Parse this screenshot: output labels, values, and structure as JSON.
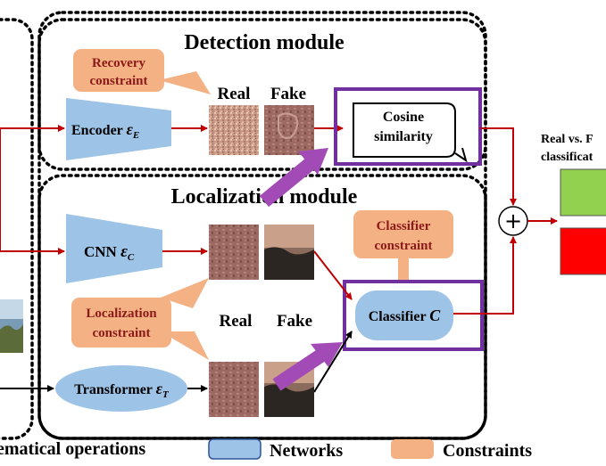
{
  "modules": {
    "detection_title": "Detection module",
    "localization_title": "Localization module"
  },
  "nodes": {
    "recovery_constraint": [
      "Recovery",
      "constraint"
    ],
    "encoder_label": "Encoder",
    "encoder_symbol": "ε",
    "encoder_sub": "E",
    "cosine": [
      "Cosine",
      "similarity"
    ],
    "cnn_label": "CNN",
    "cnn_symbol": "ε",
    "cnn_sub": "C",
    "classifier_constraint": [
      "Classifier",
      "constraint"
    ],
    "classifier_label": "Classifier",
    "classifier_symbol": "C",
    "localization_constraint": [
      "Localization",
      "constraint"
    ],
    "transformer_label": "Transformer",
    "transformer_symbol": "ε",
    "transformer_sub": "T",
    "plus": "+"
  },
  "image_labels": {
    "real": "Real",
    "fake": "Fake"
  },
  "output": {
    "lines": [
      "Real vs. F",
      "classificat"
    ]
  },
  "legend": {
    "operations": "ematical operations",
    "networks": "Networks",
    "constraints": "Constraints"
  },
  "colors": {
    "network": "#9dc3e6",
    "constraint": "#f4b183",
    "arrow": "#c00000",
    "highlight": "#7030a0",
    "highlight_arrow": "#a24ab5",
    "real_class": "#92d050",
    "fake_class": "#ff0000"
  }
}
